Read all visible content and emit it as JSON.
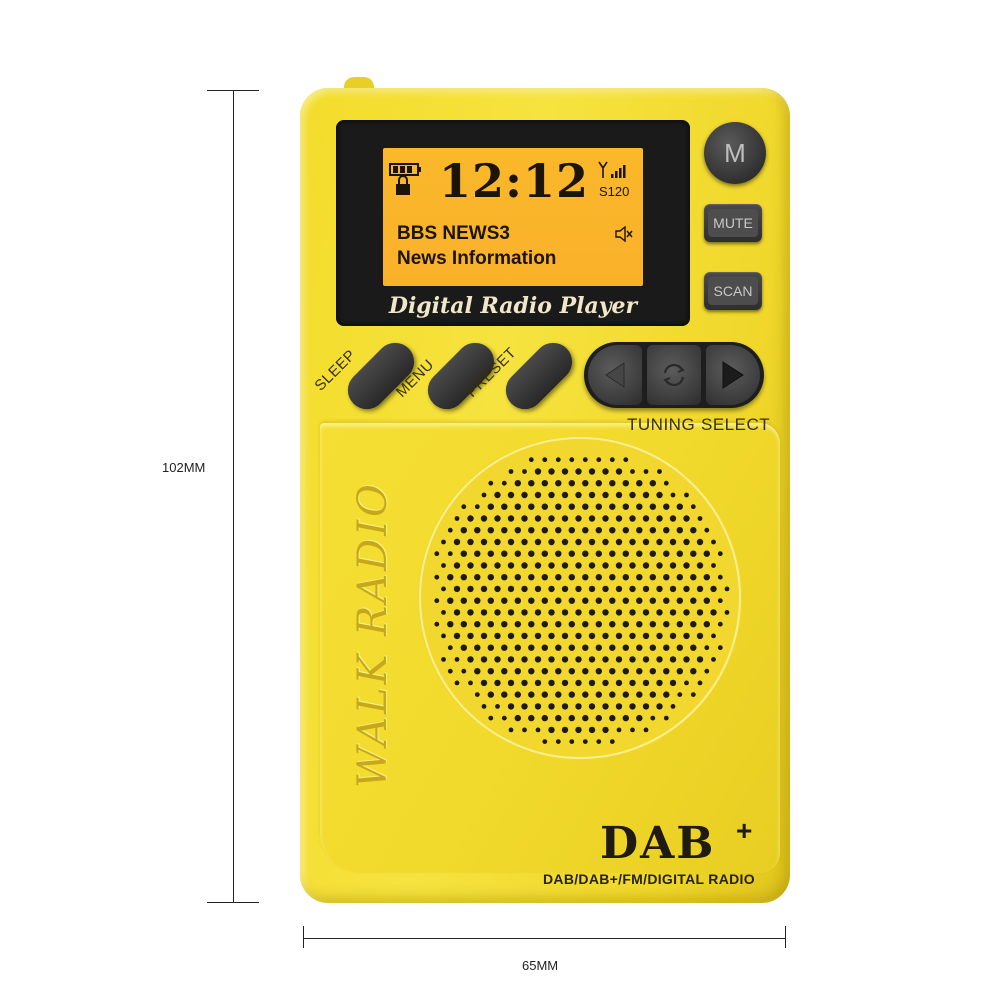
{
  "dimensions": {
    "height_label": "102MM",
    "width_label": "65MM"
  },
  "display": {
    "clock": "12:12",
    "station_code": "S120",
    "line1": "BBS NEWS3",
    "line2": "News Information",
    "caption": "Digital Radio Player"
  },
  "buttons": {
    "m_label": "M",
    "mute_label": "MUTE",
    "scan_label": "SCAN",
    "sleep_label": "SLEEP",
    "menu_label": "MENU",
    "preset_label": "PRESET",
    "tuning_label": "TUNING",
    "select_label": "SELECT"
  },
  "body_text": {
    "walk_radio": "WALK RADIO",
    "dab_logo": "DAB",
    "dab_plus": "+",
    "formats": "DAB/DAB+/FM/DIGITAL RADIO"
  },
  "colors": {
    "body_yellow": "#f3dc2a",
    "lcd_amber": "#f9b12a",
    "button_dark": "#3a3a3a"
  },
  "icons": [
    "battery-icon",
    "lock-icon",
    "antenna-signal-icon",
    "speaker-mute-icon",
    "prev-arrow-icon",
    "refresh-icon",
    "play-arrow-icon"
  ]
}
